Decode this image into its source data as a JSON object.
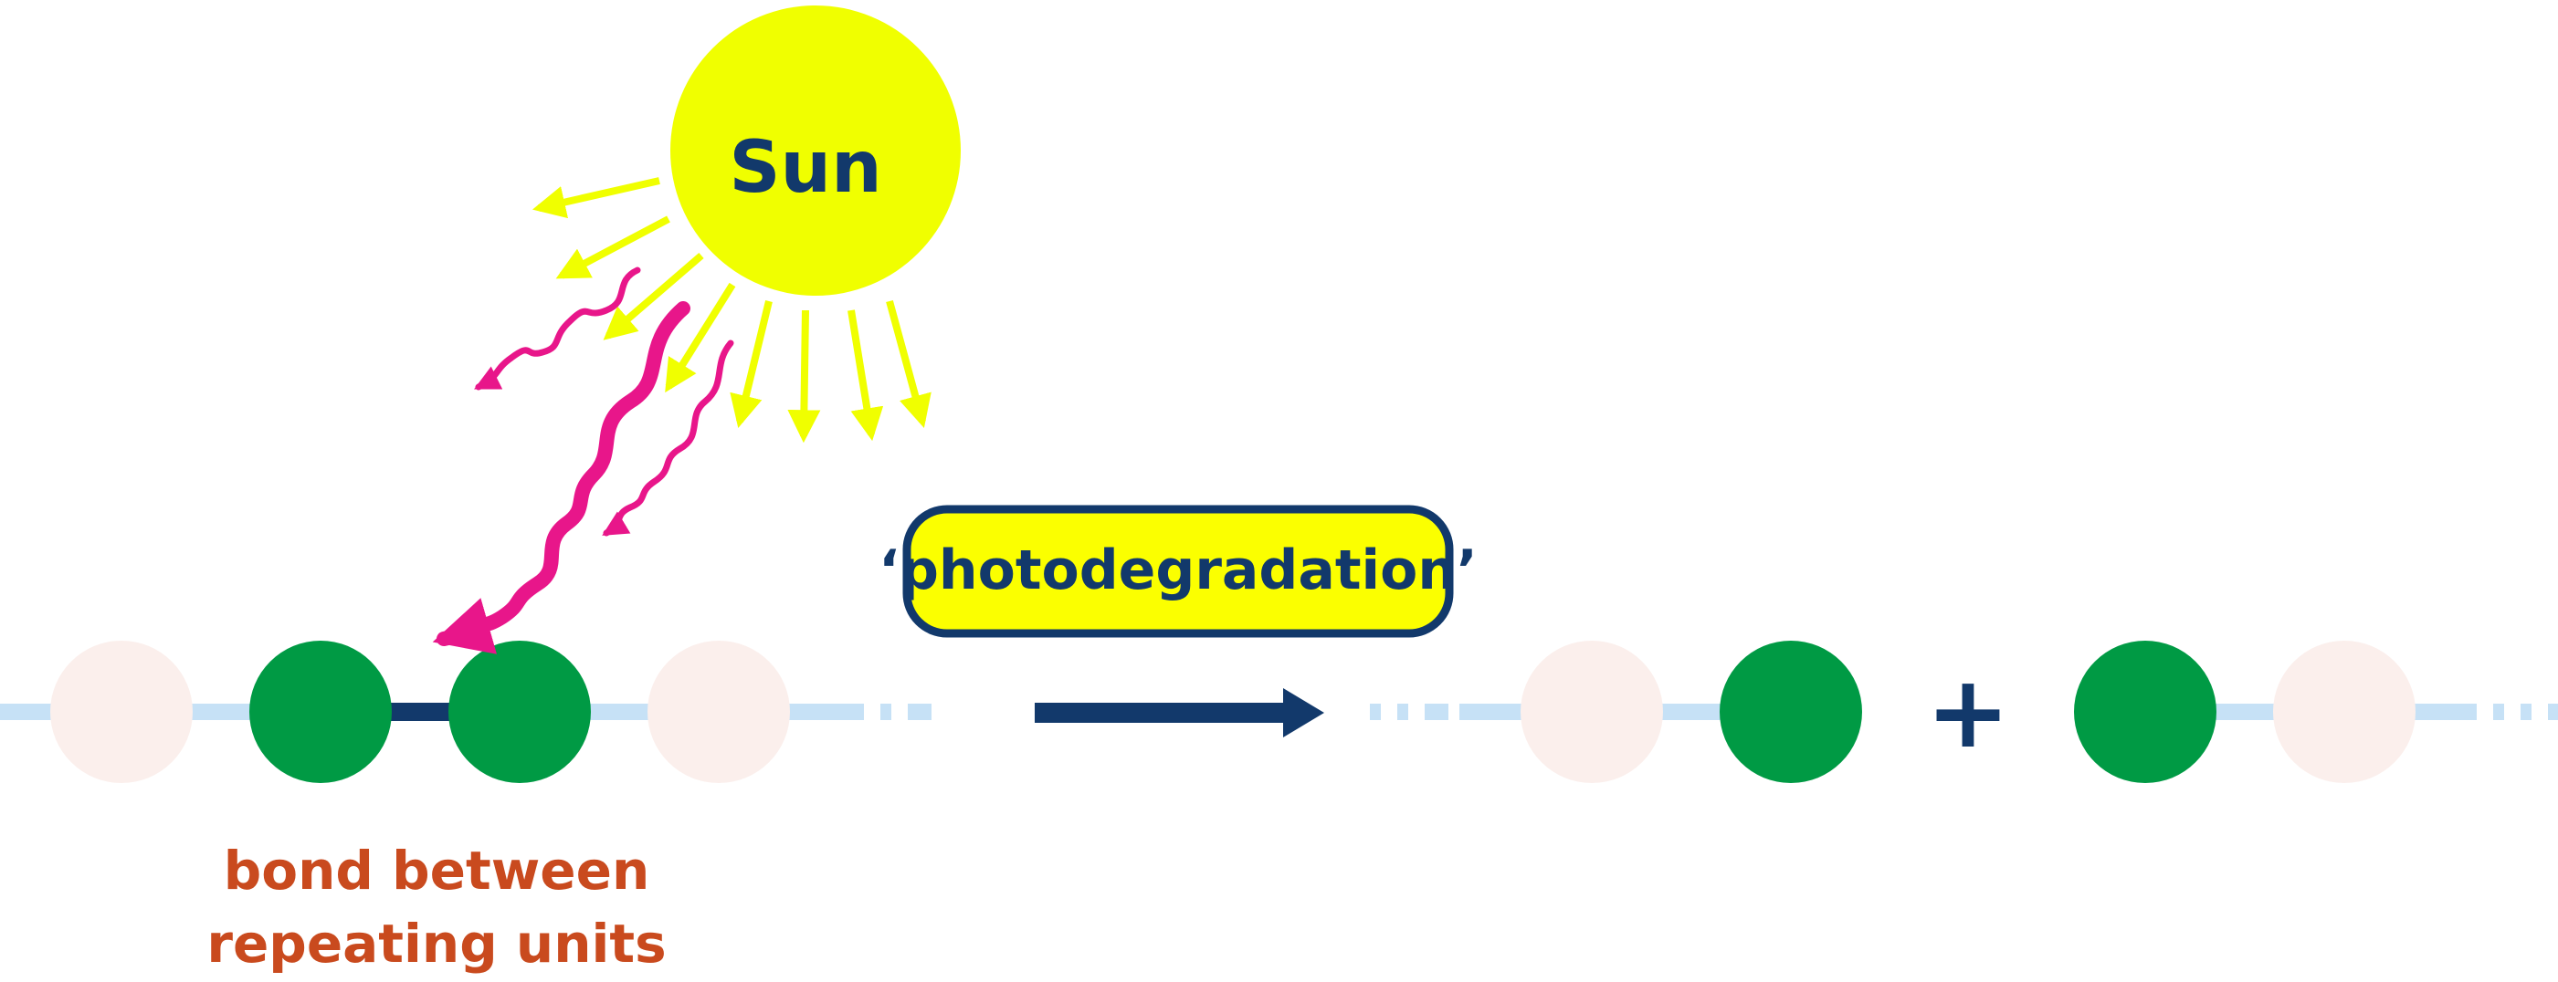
{
  "sun": {
    "label": "Sun",
    "color": "#f0ff00"
  },
  "process": {
    "label": "‘photodegradation’",
    "box_fill": "#fbff00",
    "box_border": "#12396b"
  },
  "annotation": {
    "line1": "bond between",
    "line2": "repeating units",
    "color": "#c94a1e"
  },
  "operator": {
    "symbol": "+"
  },
  "colors": {
    "polymer_backbone": "#c6e1f6",
    "faded_unit": "#fbefec",
    "active_unit": "#009a44",
    "bond": "#12396b",
    "arrow": "#12396b",
    "uv_radiation": "#e8168a",
    "sunlight_rays": "#f0ff00"
  }
}
